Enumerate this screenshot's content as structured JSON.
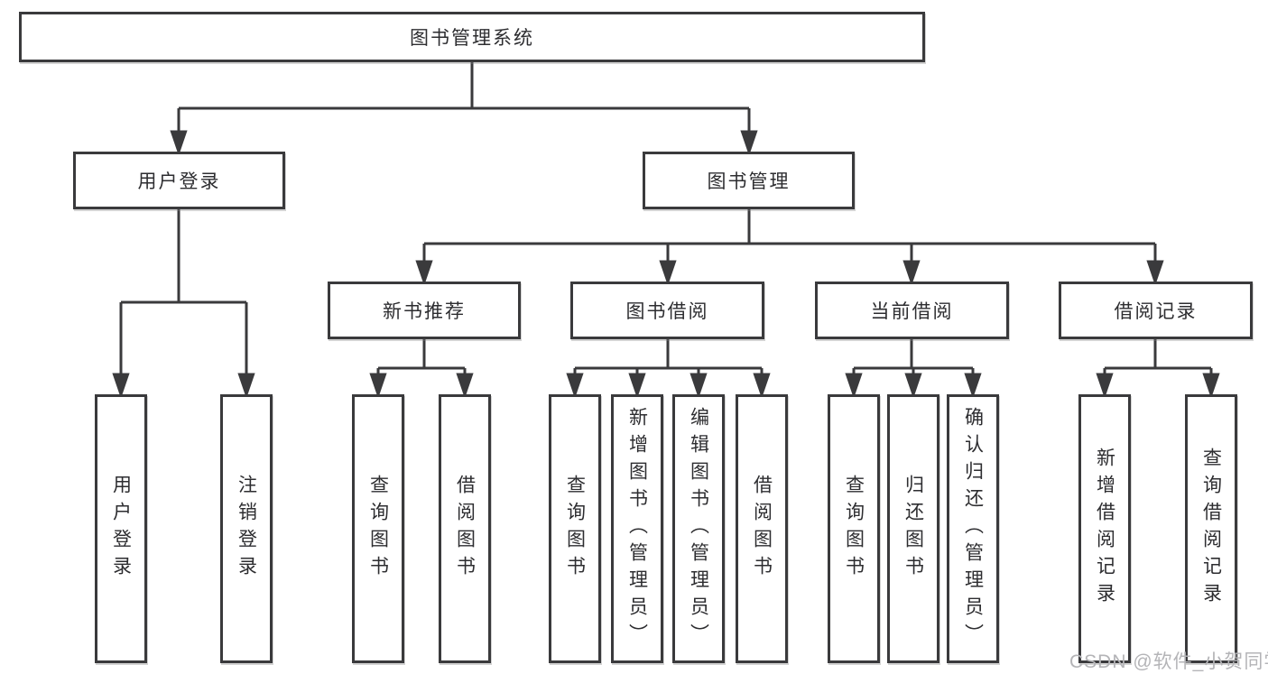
{
  "diagram": {
    "root": {
      "label": "图书管理系统"
    },
    "level2": [
      {
        "label": "用户登录"
      },
      {
        "label": "图书管理"
      }
    ],
    "level3": [
      {
        "label": "新书推荐",
        "parent": "图书管理"
      },
      {
        "label": "图书借阅",
        "parent": "图书管理"
      },
      {
        "label": "当前借阅",
        "parent": "图书管理"
      },
      {
        "label": "借阅记录",
        "parent": "图书管理"
      }
    ],
    "leaves": [
      {
        "label": "用户登录",
        "parent": "用户登录"
      },
      {
        "label": "注销登录",
        "parent": "用户登录"
      },
      {
        "label": "查询图书",
        "parent": "新书推荐"
      },
      {
        "label": "借阅图书",
        "parent": "新书推荐"
      },
      {
        "label": "查询图书",
        "parent": "图书借阅"
      },
      {
        "label": "新增图书（管理员）",
        "parent": "图书借阅"
      },
      {
        "label": "编辑图书（管理员）",
        "parent": "图书借阅"
      },
      {
        "label": "借阅图书",
        "parent": "图书借阅"
      },
      {
        "label": "查询图书",
        "parent": "当前借阅"
      },
      {
        "label": "归还图书",
        "parent": "当前借阅"
      },
      {
        "label": "确认归还（管理员）",
        "parent": "当前借阅"
      },
      {
        "label": "新增借阅记录",
        "parent": "借阅记录"
      },
      {
        "label": "查询借阅记录",
        "parent": "借阅记录"
      }
    ]
  },
  "watermark": {
    "text": "CSDN @软件_小贺同学"
  },
  "colors": {
    "line": "#3a3a3c",
    "text": "#2d2d30",
    "watermark": "#b4b4b7",
    "background": "#ffffff"
  }
}
